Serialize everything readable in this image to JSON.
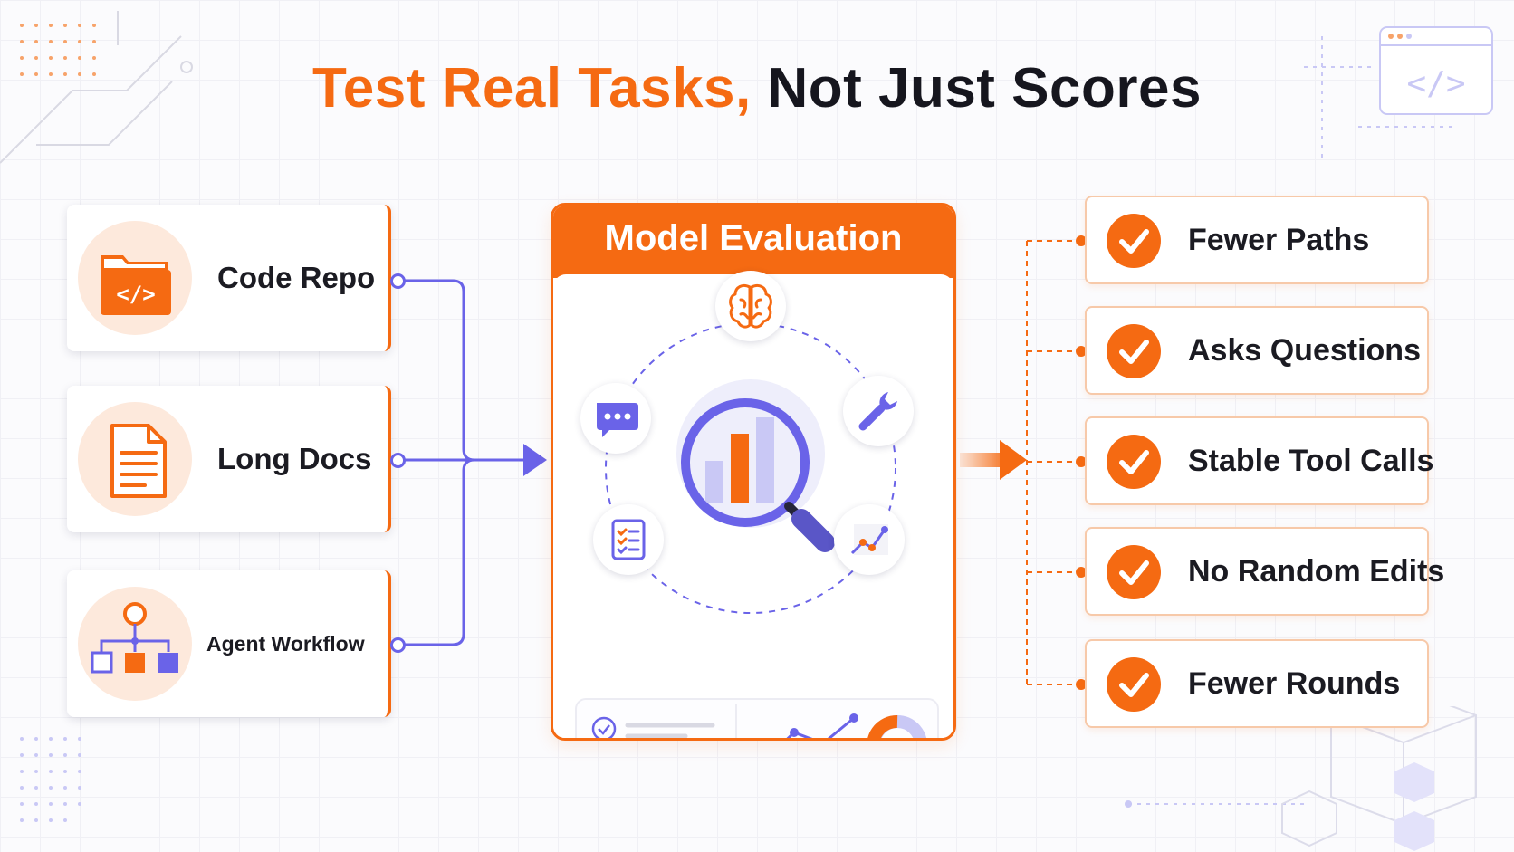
{
  "title": {
    "highlight": "Test Real Tasks,",
    "rest": "Not Just Scores"
  },
  "inputs": [
    {
      "label": "Code Repo",
      "icon": "folder-code-icon"
    },
    {
      "label": "Long Docs",
      "icon": "document-icon"
    },
    {
      "label": "Agent Workflow",
      "icon": "workflow-icon"
    }
  ],
  "evaluation": {
    "title": "Model Evaluation",
    "nodes": [
      "brain-icon",
      "wrench-icon",
      "trend-icon",
      "checklist-icon",
      "chat-icon"
    ],
    "center_icon": "magnifier-chart-icon"
  },
  "results": [
    {
      "label": "Fewer Paths"
    },
    {
      "label": "Asks Questions"
    },
    {
      "label": "Stable Tool Calls"
    },
    {
      "label": "No Random Edits"
    },
    {
      "label": "Fewer Rounds"
    }
  ],
  "colors": {
    "accent": "#f56a12",
    "connector": "#6a63e8",
    "text": "#16161e",
    "soft_orange": "#fde9dc",
    "soft_purple": "#c9c8f5"
  }
}
